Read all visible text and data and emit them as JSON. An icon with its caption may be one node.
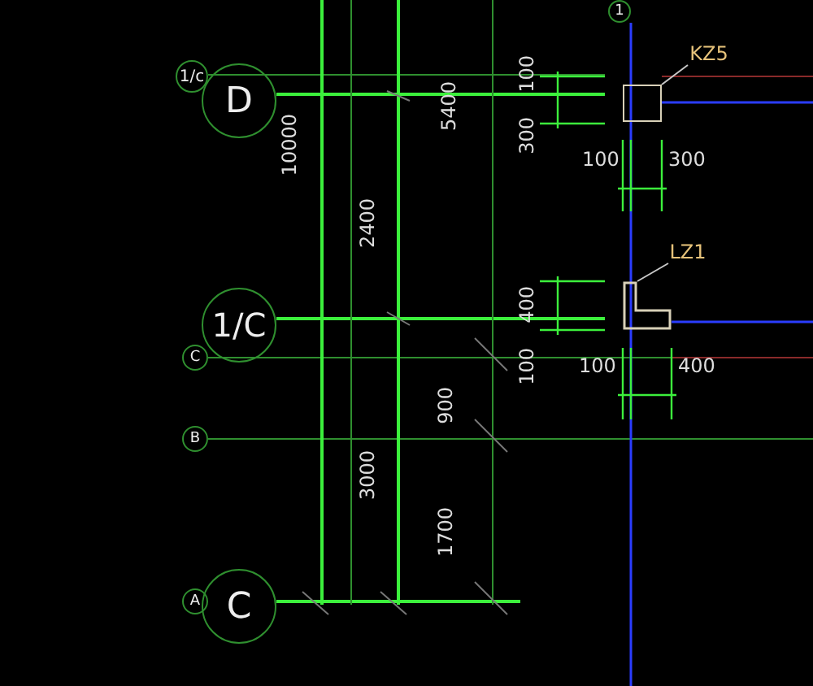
{
  "diagram": {
    "nodes": [
      {
        "text": [
          "1/c"
        ]
      },
      {
        "text": [
          "D"
        ]
      },
      {
        "text": [
          "1/C"
        ]
      },
      {
        "text": [
          "C"
        ]
      },
      {
        "text": [
          "B"
        ]
      },
      {
        "text": [
          "A"
        ]
      },
      {
        "text": [
          "C"
        ]
      },
      {
        "text": [
          "1"
        ]
      },
      {
        "text": [
          "KZ5"
        ]
      },
      {
        "text": [],
        "shape": "box"
      },
      {
        "text": [
          "LZ1"
        ]
      },
      {
        "text": [],
        "shape": "polygon"
      }
    ],
    "edges": [
      {
        "from": 8,
        "to": 9,
        "arrow": "none"
      },
      {
        "from": 10,
        "to": 11,
        "arrow": "none"
      }
    ],
    "labels": [
      "100",
      "5400",
      "10000",
      "300",
      "100",
      "300",
      "2400",
      "400",
      "100",
      "100",
      "400",
      "900",
      "3000",
      "1700"
    ]
  }
}
